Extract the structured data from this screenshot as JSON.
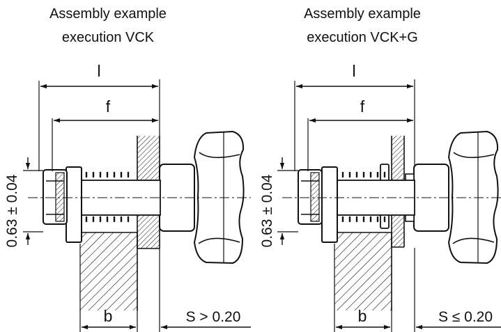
{
  "figures": [
    {
      "title_line1": "Assembly example",
      "title_line2": "execution VCK",
      "dim_l": "l",
      "dim_f": "f",
      "dim_b": "b",
      "dim_s": "S > 0.20",
      "dim_vertical": "0.63 ± 0.04"
    },
    {
      "title_line1": "Assembly example",
      "title_line2": "execution VCK+G",
      "dim_l": "l",
      "dim_f": "f",
      "dim_b": "b",
      "dim_s": "S ≤ 0.20",
      "dim_vertical": "0.63 ± 0.04"
    }
  ],
  "colors": {
    "line": "#111111",
    "background": "#ffffff"
  }
}
